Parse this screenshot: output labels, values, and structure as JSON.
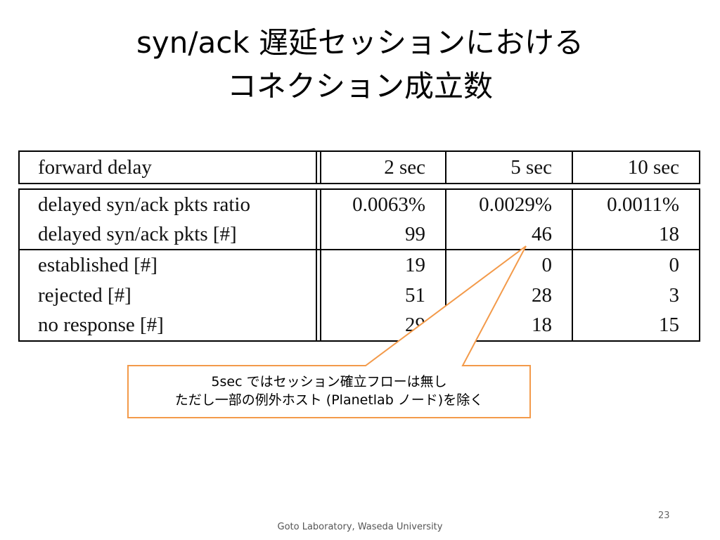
{
  "slide": {
    "title_line1": "syn/ack 遅延セッションにおける",
    "title_line2": "コネクション成立数",
    "table": {
      "header": {
        "label": "forward delay",
        "col2": "2 sec",
        "col5": "5 sec",
        "col10": "10 sec"
      },
      "rows": [
        {
          "label": "delayed syn/ack pkts ratio",
          "col2": "0.0063%",
          "col5": "0.0029%",
          "col10": "0.0011%"
        },
        {
          "label": "delayed syn/ack pkts [#]",
          "col2": "99",
          "col5": "46",
          "col10": "18"
        },
        {
          "label": "established [#]",
          "col2": "19",
          "col5": "0",
          "col10": "0"
        },
        {
          "label": "rejected [#]",
          "col2": "51",
          "col5": "28",
          "col10": "3"
        },
        {
          "label": "no response [#]",
          "col2": "29",
          "col5": "18",
          "col10": "15"
        }
      ]
    },
    "callout": {
      "line1": "5sec ではセッション確立フローは無し",
      "line2": "ただし一部の例外ホスト (Planetlab ノード)を除く",
      "border_color": "#F39A4A"
    },
    "page_number": "23",
    "footer": "Goto Laboratory, Waseda University"
  }
}
